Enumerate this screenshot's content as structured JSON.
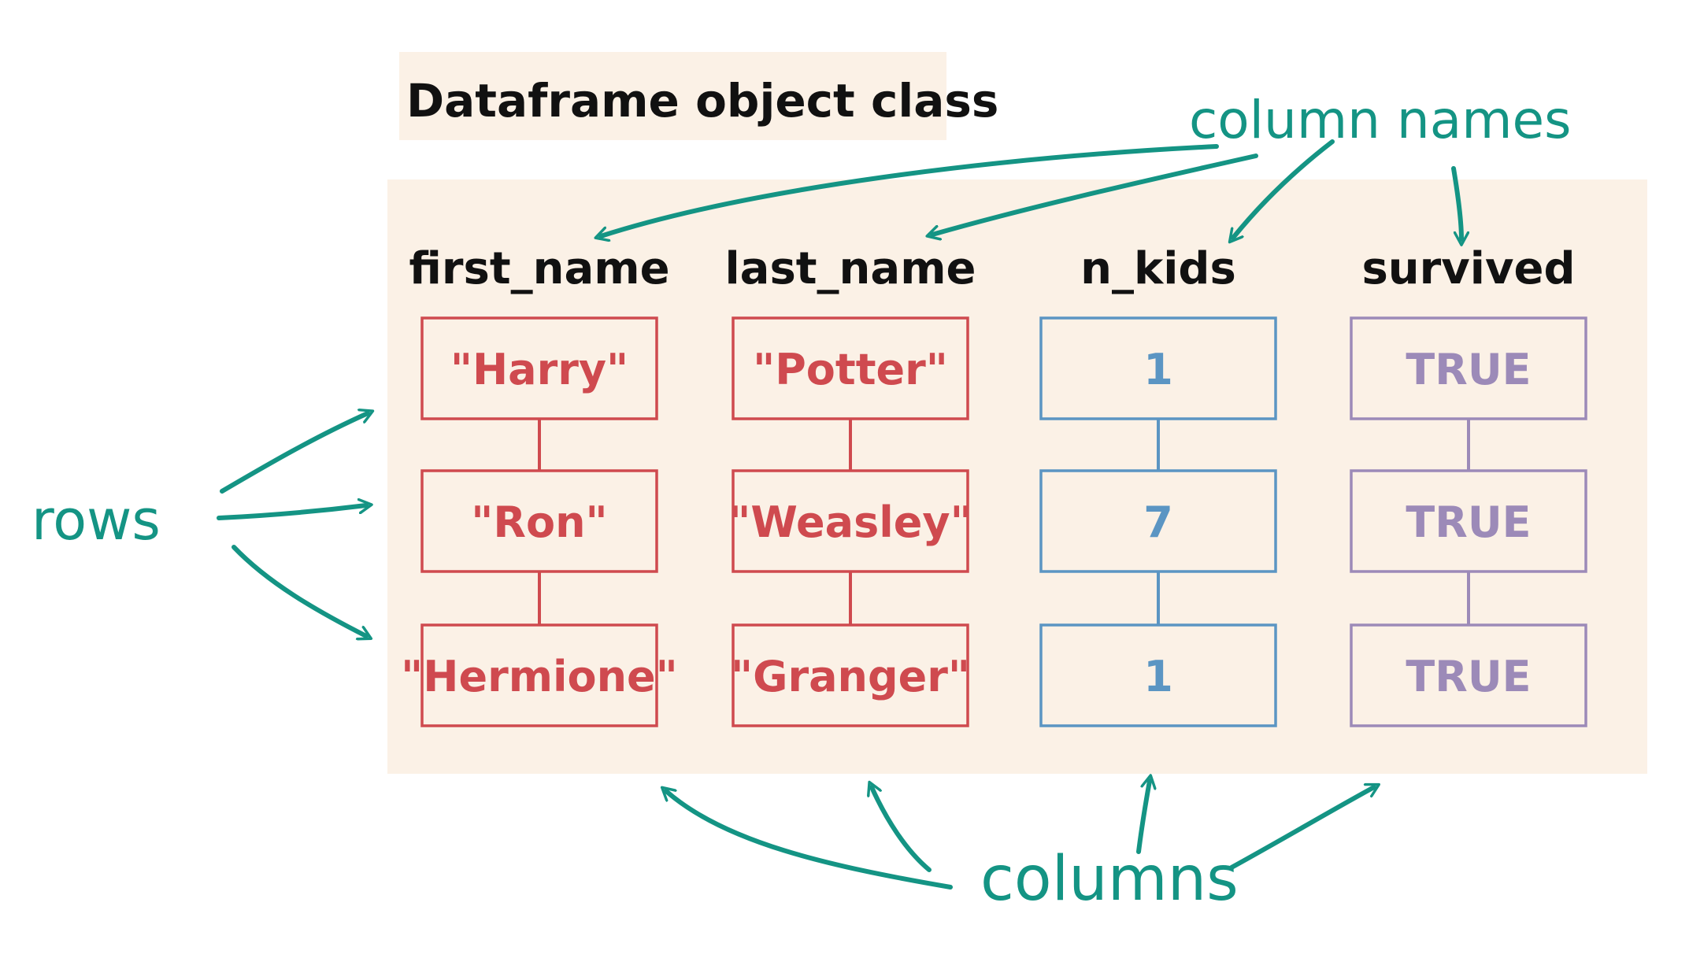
{
  "title": "Dataframe object class",
  "labels": {
    "column_names": "column names",
    "rows": "rows",
    "columns": "columns"
  },
  "columns": [
    {
      "name": "first_name",
      "type_color": "#cf4a4f",
      "values": [
        "\"Harry\"",
        "\"Ron\"",
        "\"Hermione\""
      ]
    },
    {
      "name": "last_name",
      "type_color": "#cf4a4f",
      "values": [
        "\"Potter\"",
        "\"Weasley\"",
        "\"Granger\""
      ]
    },
    {
      "name": "n_kids",
      "type_color": "#5b95c3",
      "values": [
        "1",
        "7",
        "1"
      ]
    },
    {
      "name": "survived",
      "type_color": "#9c8ab8",
      "values": [
        "TRUE",
        "TRUE",
        "TRUE"
      ]
    }
  ],
  "colors": {
    "panel": "#fbf1e6",
    "annotation": "#149484",
    "ink": "#111111"
  }
}
